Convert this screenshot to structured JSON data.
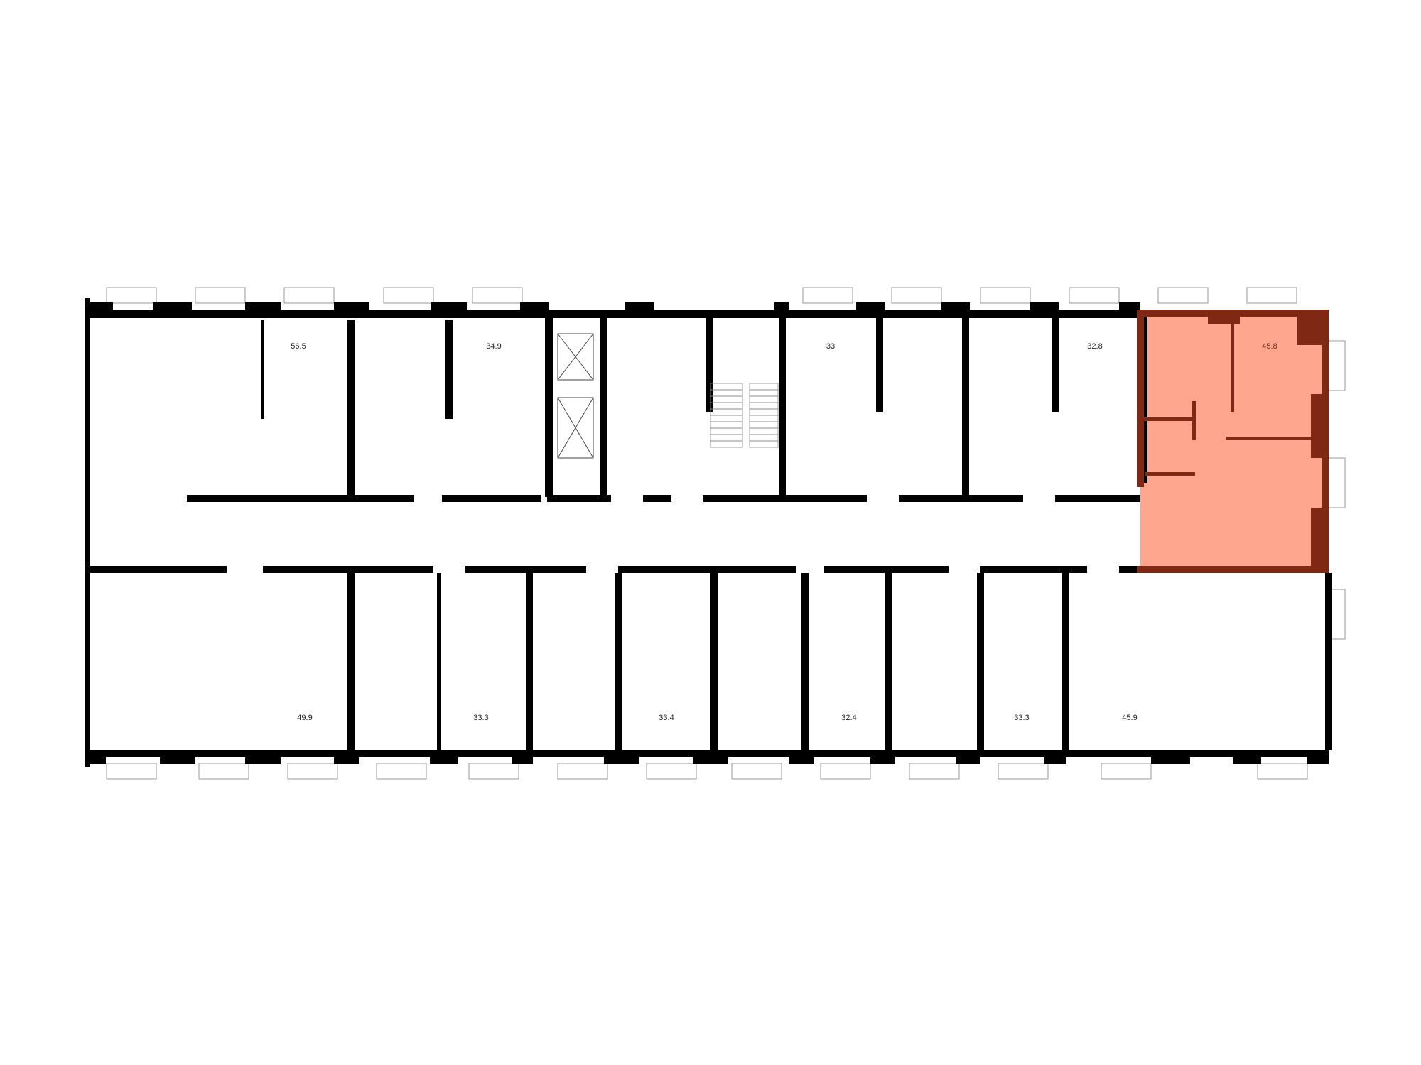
{
  "plan": {
    "selected_unit": "45.8",
    "highlight_color": "#ffa68f",
    "highlight_wall_color": "#7f2915",
    "wall_color": "#000000",
    "top_units": [
      {
        "area": "56.5"
      },
      {
        "area": "34.9"
      },
      {
        "area": "33"
      },
      {
        "area": "32.8"
      },
      {
        "area": "45.8"
      }
    ],
    "bottom_units": [
      {
        "area": "49.9"
      },
      {
        "area": "33.3"
      },
      {
        "area": "33.4"
      },
      {
        "area": "32.4"
      },
      {
        "area": "33.3"
      },
      {
        "area": "45.9"
      }
    ]
  }
}
